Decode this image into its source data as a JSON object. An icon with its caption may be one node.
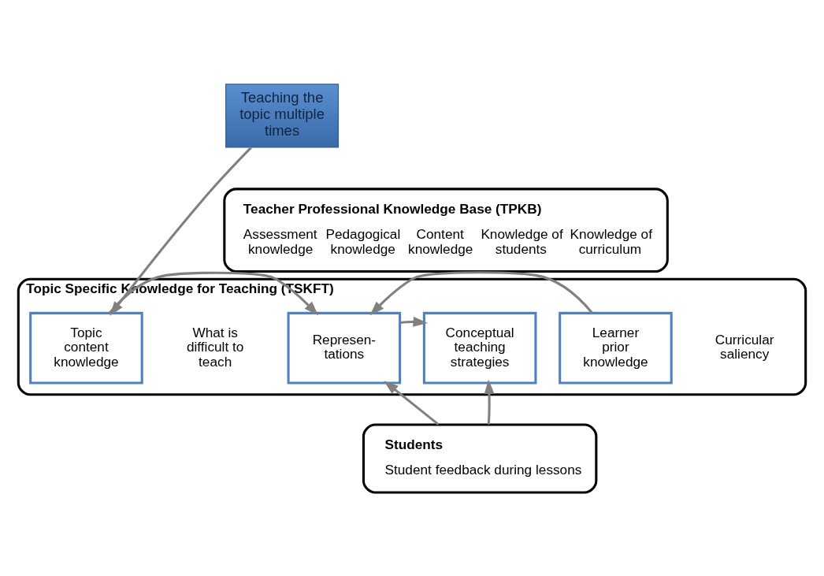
{
  "diagram": {
    "nodes": [
      {
        "text": [
          "Teaching the topic multiple times"
        ]
      },
      {
        "text": [
          "Teacher Professional Knowledge Base (TPKB)",
          "Assessment knowledge",
          "Pedagogical knowledge",
          "Content knowledge",
          "Knowledge of students",
          "Knowledge of curriculum"
        ]
      },
      {
        "text": [
          "Topic Specific Knowledge for Teaching (TSKFT)",
          "What is difficult to teach",
          "Curricular saliency"
        ]
      },
      {
        "text": [
          "Topic content knowledge"
        ],
        "in": 2
      },
      {
        "text": [
          "Represen- tations"
        ],
        "in": 2
      },
      {
        "text": [
          "Conceptual teaching strategies"
        ],
        "in": 2
      },
      {
        "text": [
          "Learner prior knowledge"
        ],
        "in": 2
      },
      {
        "text": [
          "Students",
          "Student feedback during lessons"
        ]
      }
    ],
    "edges": [
      {
        "from": 0,
        "to": 3,
        "arrow": "to"
      },
      {
        "from": 3,
        "to": 4,
        "arrow": "to"
      },
      {
        "from": 6,
        "to": 4,
        "arrow": "to"
      },
      {
        "from": 4,
        "to": 5,
        "arrow": "to"
      },
      {
        "from": 7,
        "to": 4,
        "arrow": "to"
      },
      {
        "from": 7,
        "to": 5,
        "arrow": "to"
      }
    ]
  }
}
